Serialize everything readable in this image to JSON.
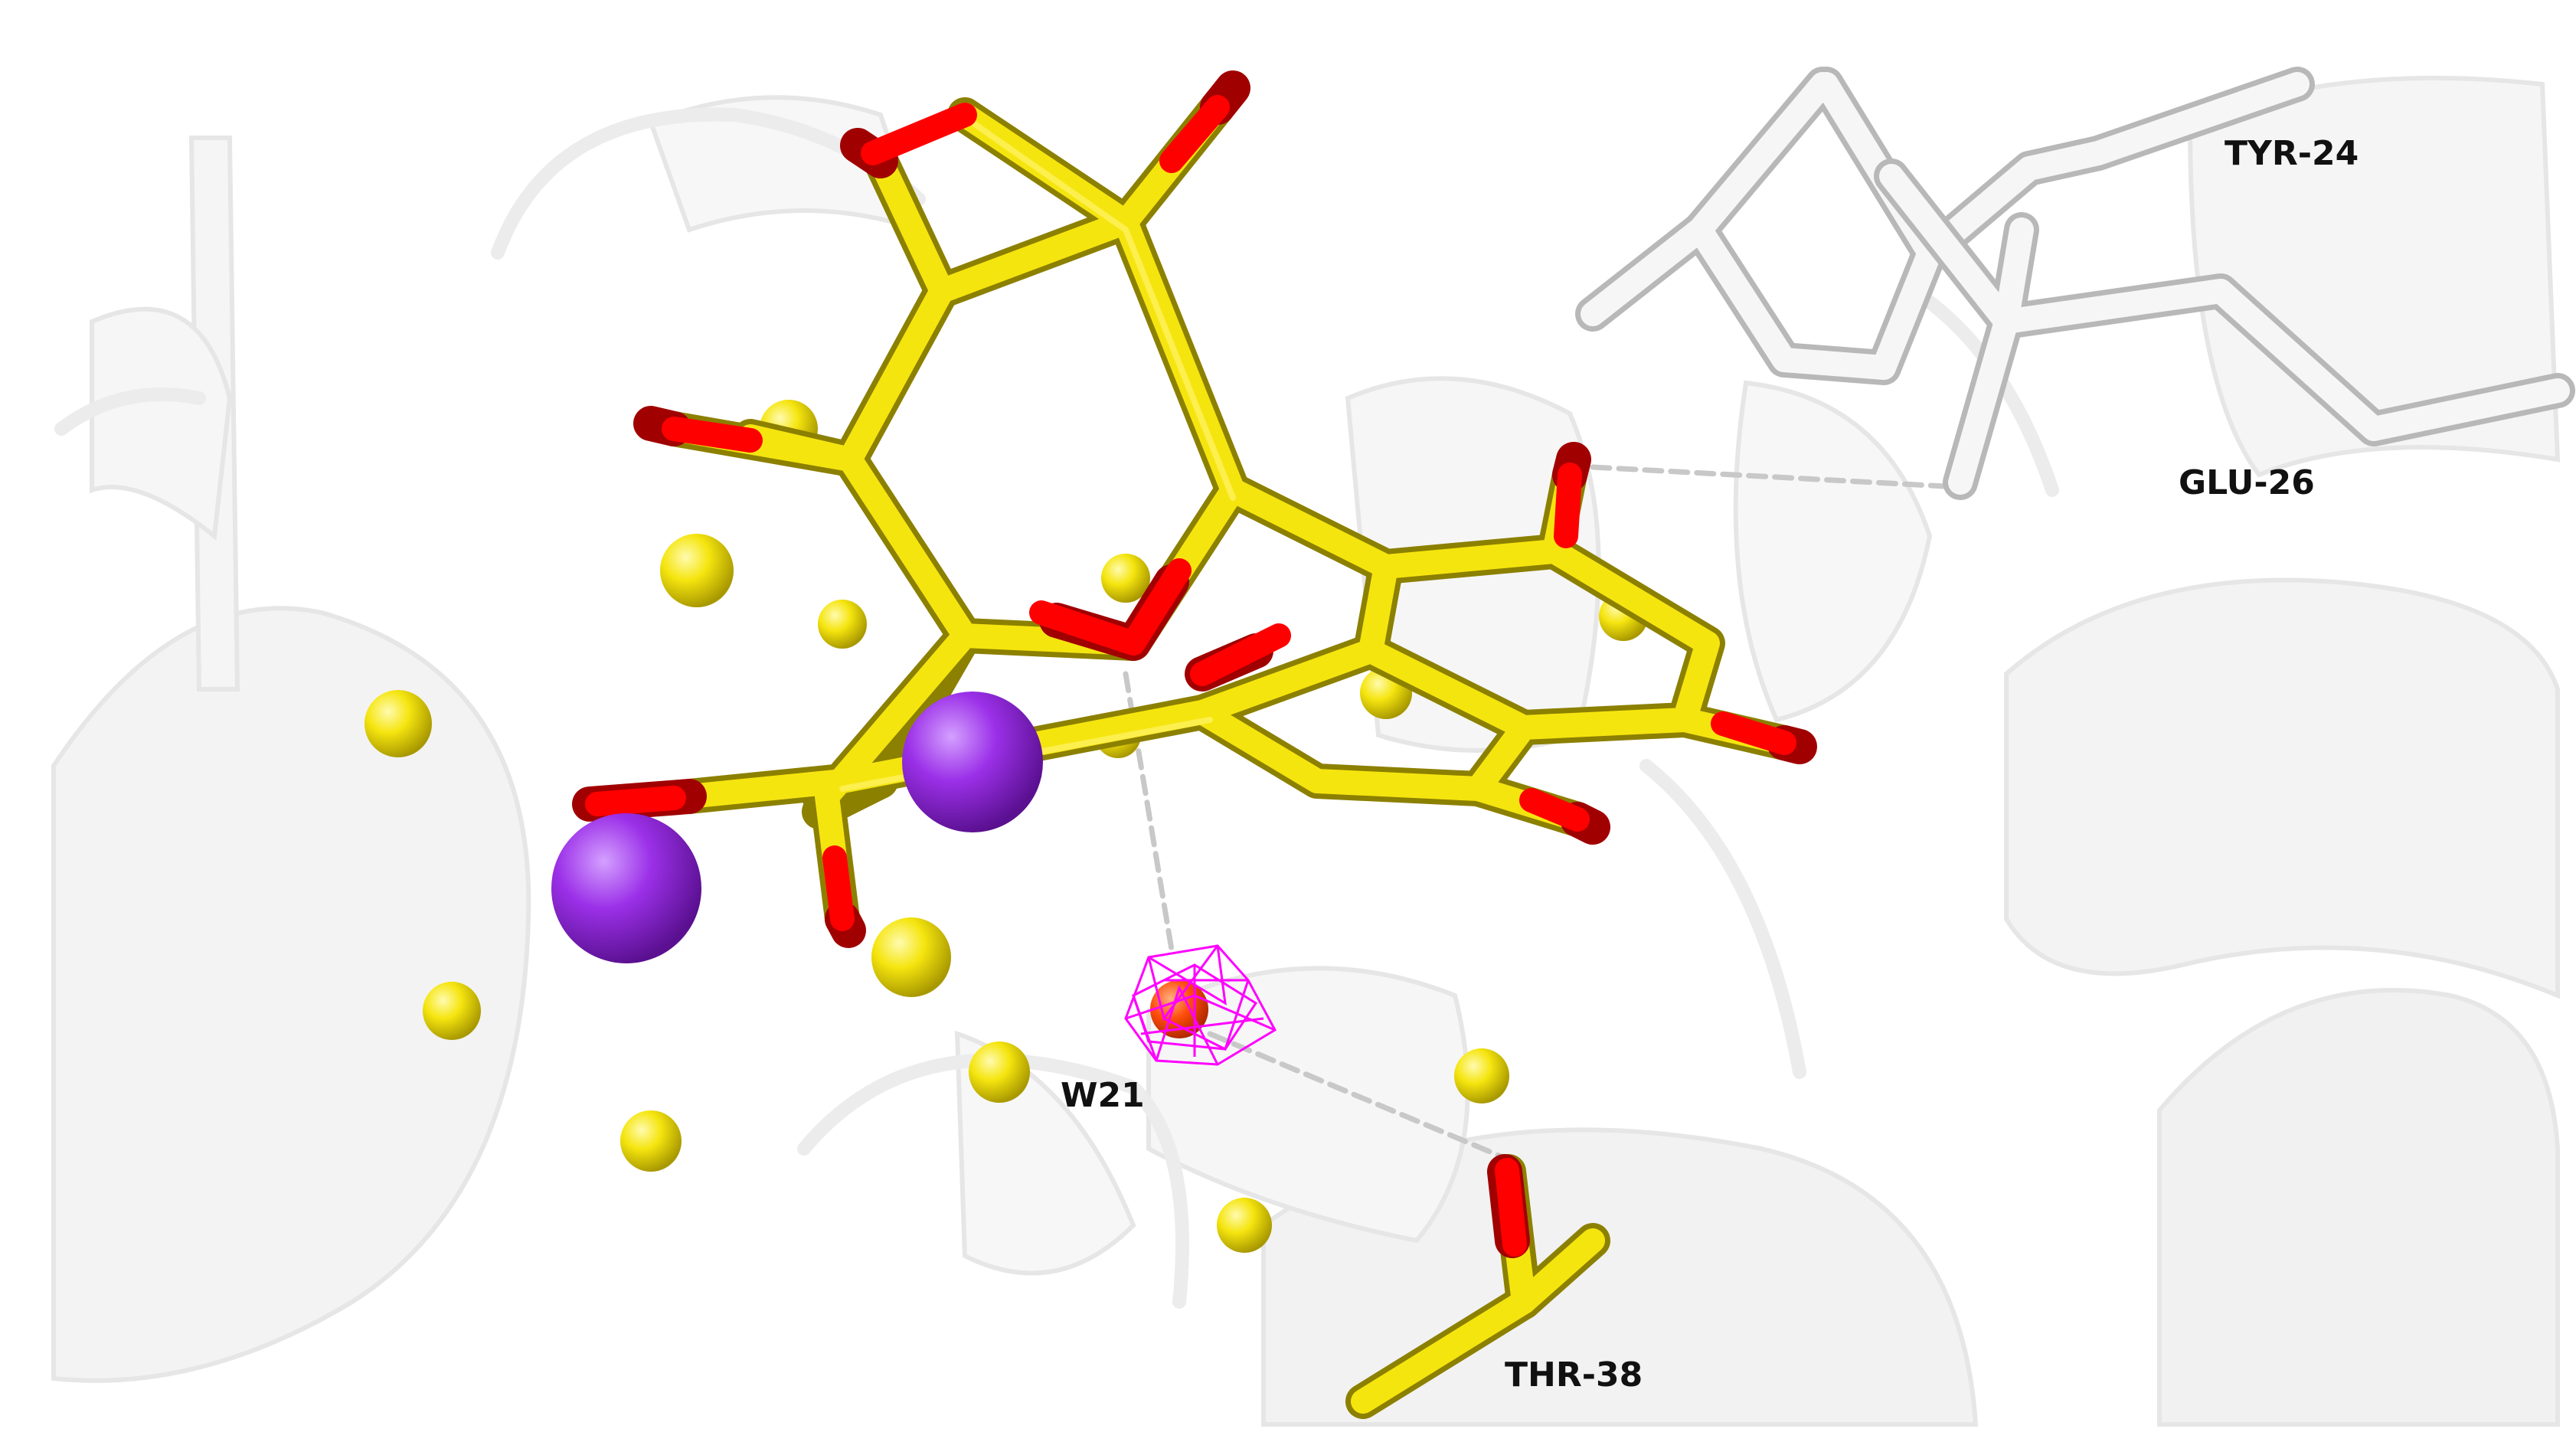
{
  "labels": {
    "tyr": "TYR-24",
    "glu": "GLU-26",
    "thr": "THR-38",
    "water": "W21"
  },
  "colors": {
    "background": "#ffffff",
    "cartoon": "#ececec",
    "carbon": "#f5e50f",
    "oxygen": "#ff0000",
    "sodium": "#9b30e8",
    "water": "#ff4d0a",
    "density_mesh": "#ff00ff",
    "protein_stick": "#f0f0f0",
    "hbond": "#c8c8c8"
  }
}
